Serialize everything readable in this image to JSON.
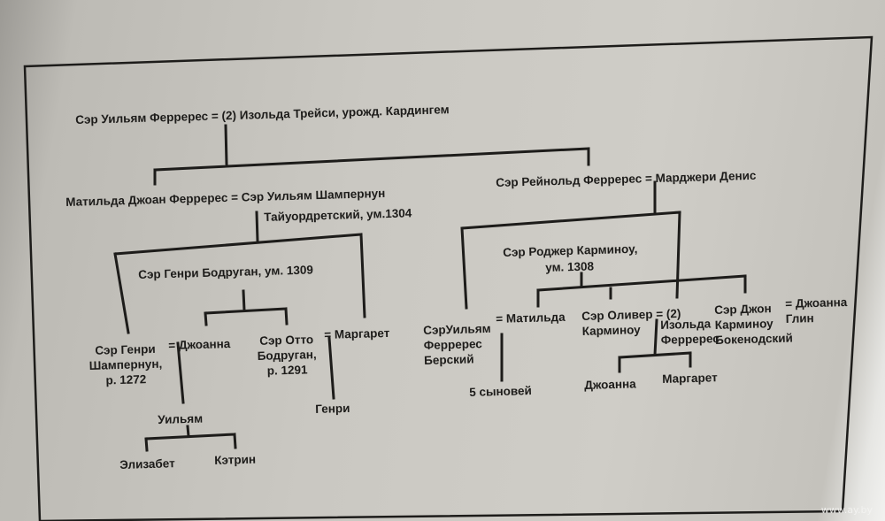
{
  "tree": {
    "gen1": {
      "couple": "Сэр Уильям Ферререс = (2) Изольда Трейси, урожд. Кардингем"
    },
    "gen2": {
      "left_couple_line1": "Матильда Джоан Ферререс = Сэр Уильям Шампернун",
      "left_couple_line2": "Тайуордретский, ум.1304",
      "right_couple": "Сэр Рейнольд Ферререс = Марджери Денис"
    },
    "gen3": {
      "henry_bodrugan": "Сэр Генри Бодруган, ум. 1309",
      "roger_carminow_line1": "Сэр Роджер Карминоу,",
      "roger_carminow_line2": "ум. 1308"
    },
    "gen4": {
      "henry_champernowne": "Сэр Генри\nШампернун,\nр. 1272",
      "joanna_spouse": "= Джоанна",
      "otto_bodrugan": "Сэр Отто\nБодруган,\nр. 1291",
      "margaret_spouse": "= Маргарет",
      "william_ferrers": "СэрУильям\nФерререс\nБерский",
      "matilda_spouse": "= Матильда",
      "oliver_carminow": "Сэр Оливер = (2)\nКарминоу",
      "isolda_ferrers": "Изольда\nФерререс",
      "john_carminow": "Сэр Джон\nКарминоу\nБокенодский",
      "joanna_glynn": "= Джоанна\nГлин"
    },
    "gen5": {
      "william": "Уильям",
      "henry": "Генри",
      "five_sons": "5 сыновей",
      "joanna": "Джоанна",
      "margaret": "Маргарет"
    },
    "gen6": {
      "elizabeth": "Элизабет",
      "katherine": "Кэтрин"
    }
  },
  "watermark": "www.ay.by"
}
